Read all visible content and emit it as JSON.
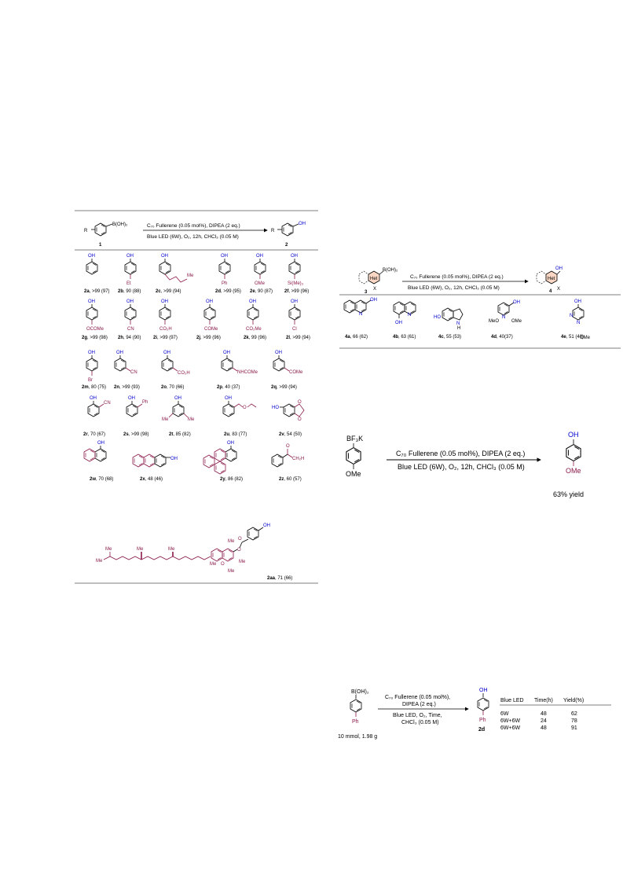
{
  "scheme1": {
    "reactant_group": "B(OH)₂",
    "reactant_r": "R",
    "reactant_label": "1",
    "product_group": "OH",
    "product_r": "R",
    "product_label": "2",
    "cond_top": "C₇₀ Fullerene (0.05 mol%), DIPEA (2 eq.)",
    "cond_bottom": "Blue LED (6W), O₂, 12h, CHCl₃ (0.05 M)",
    "compounds": [
      {
        "id": "2a",
        "yield": ", >99 (97)",
        "sub": ""
      },
      {
        "id": "2b",
        "yield": ",  90 (88)",
        "sub": "Et"
      },
      {
        "id": "2c",
        "yield": ", >99 (94)",
        "sub": "Me"
      },
      {
        "id": "2d",
        "yield": ", >99 (95)",
        "sub": "Ph"
      },
      {
        "id": "2e",
        "yield": ", 90 (87)",
        "sub": "OMe"
      },
      {
        "id": "2f",
        "yield": ", >99 (96)",
        "sub": "Si(Me)₃"
      },
      {
        "id": "2g",
        "yield": ", >99 (98)",
        "sub": "OCOMe"
      },
      {
        "id": "2h",
        "yield": ", 94 (90)",
        "sub": "CN"
      },
      {
        "id": "2i",
        "yield": ", >99 (97)",
        "sub": "CO₂H"
      },
      {
        "id": "2j",
        "yield": ", >99 (96)",
        "sub": "COMe"
      },
      {
        "id": "2k",
        "yield": ", 99 (96)",
        "sub": "CO₂Me"
      },
      {
        "id": "2l",
        "yield": ", >99 (94)",
        "sub": "Cl"
      },
      {
        "id": "2m",
        "yield": ", 80 (75)",
        "sub": "Br"
      },
      {
        "id": "2n",
        "yield": ", >99 (93)",
        "sub": "CN"
      },
      {
        "id": "2o",
        "yield": ", 70 (66)",
        "sub": "CO₂H"
      },
      {
        "id": "2p",
        "yield": ", 40 (37)",
        "sub": "NHCOMe"
      },
      {
        "id": "2q",
        "yield": ", >99 (94)",
        "sub": "COMe"
      },
      {
        "id": "2r",
        "yield": ", 70 (67)",
        "sub": "CN"
      },
      {
        "id": "2s",
        "yield": ", >99 (98)",
        "sub": "Ph"
      },
      {
        "id": "2t",
        "yield": ", 85 (82)",
        "sub": "Me"
      },
      {
        "id": "2u",
        "yield": ", 83 (77)",
        "sub": ""
      },
      {
        "id": "2v",
        "yield": ", 54 (50)",
        "sub": "HO"
      },
      {
        "id": "2w",
        "yield": ", 70 (68)",
        "sub": ""
      },
      {
        "id": "2x",
        "yield": ", 48 (46)",
        "sub": "OH"
      },
      {
        "id": "2y",
        "yield": ", 86 (82)",
        "sub": ""
      },
      {
        "id": "2z",
        "yield": ", 60 (57)",
        "sub": "CH₂H"
      },
      {
        "id": "2aa",
        "yield": ", 71 (66)",
        "sub": "Me"
      }
    ]
  },
  "scheme2": {
    "reactant_group": "B(OH)₂",
    "reactant_label": "3",
    "het": "Het",
    "x": "X",
    "product_label": "4",
    "product_group": "OH",
    "cond_top": "C₇₀ Fullerene (0.05 mol%), DIPEA (2 eq.)",
    "cond_bottom": "Blue LED (6W), O₂, 12h, CHCl₃ (0.05 M)",
    "compounds": [
      {
        "id": "4a",
        "yield": ", 66 (62)"
      },
      {
        "id": "4b",
        "yield": ", 63 (61)"
      },
      {
        "id": "4c",
        "yield": ", 55 (53)"
      },
      {
        "id": "4d",
        "yield": ", 40(37)"
      },
      {
        "id": "4e",
        "yield": ", 51 (46)"
      }
    ]
  },
  "scheme3": {
    "reactant_group": "BF₃K",
    "reactant_sub": "OMe",
    "cond_top": "C₇₀ Fullerene (0.05 mol%), DIPEA (2 eq.)",
    "cond_bottom": "Blue LED (6W), O₂, 12h, CHCl₃ (0.05 M)",
    "product_group": "OH",
    "product_sub": "OMe",
    "yield": "63% yield"
  },
  "scheme4": {
    "reactant_group": "B(OH)₂",
    "reactant_sub": "Ph",
    "scale": "10 mmol, 1.98 g",
    "cond_line1": "C₇₀ Fullerene (0.05 mol%),",
    "cond_line2": "DIPEA (2 eq.)",
    "cond_line3": "Blue LED, O₂, Time,",
    "cond_line4": "CHCl₃ (0.05 M)",
    "product_group": "OH",
    "product_sub": "Ph",
    "product_label": "2d",
    "table": {
      "headers": [
        "Blue LED",
        "Time(h)",
        "Yield(%)"
      ],
      "rows": [
        [
          "6W",
          "48",
          "62"
        ],
        [
          "6W+6W",
          "24",
          "78"
        ],
        [
          "6W+6W",
          "48",
          "91"
        ]
      ]
    }
  }
}
